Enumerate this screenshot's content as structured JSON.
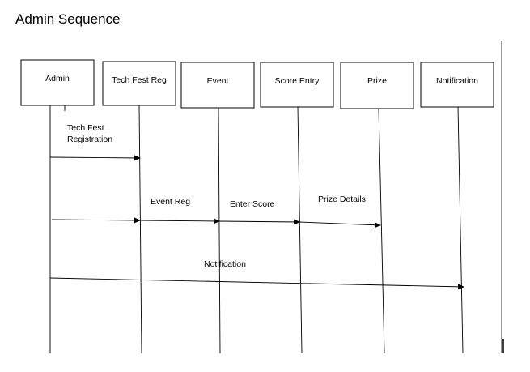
{
  "title": "Admin Sequence",
  "participants": [
    "Admin",
    "Tech Fest Reg",
    "Event",
    "Score Entry",
    "Prize",
    "Notification"
  ],
  "messages": [
    {
      "from": "Admin",
      "to": "Tech Fest Reg",
      "label_lines": [
        "Tech Fest",
        "Registration"
      ]
    },
    {
      "from": "Admin",
      "to": "Tech Fest Reg",
      "label_lines": []
    },
    {
      "from": "Tech Fest Reg",
      "to": "Event",
      "label_lines": [
        "Event Reg"
      ]
    },
    {
      "from": "Event",
      "to": "Score Entry",
      "label_lines": [
        "Enter Score"
      ]
    },
    {
      "from": "Score Entry",
      "to": "Prize",
      "label_lines": [
        "Prize Details"
      ]
    },
    {
      "from": "Admin",
      "to": "Notification",
      "label_lines": [
        "Notification"
      ]
    }
  ]
}
